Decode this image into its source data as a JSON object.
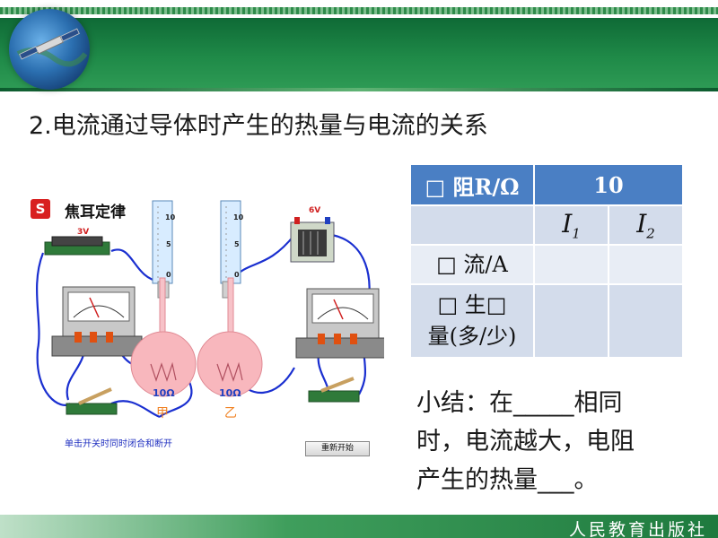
{
  "title": "2.电流通过导体时产生的热量与电流的关系",
  "simulation": {
    "title": "焦耳定律",
    "logo": "S",
    "battery_left_voltage": "3V",
    "battery_right_voltage": "6V",
    "flask_left_resistance": "10Ω",
    "flask_right_resistance": "10Ω",
    "flask_left_name": "甲",
    "flask_right_name": "乙",
    "scale_ticks": [
      "10",
      "5",
      "0"
    ],
    "hint": "单击开关时同时闭合和断开",
    "restart_button": "重新开始"
  },
  "table": {
    "header_label": "□ 阻R/Ω",
    "header_value": "10",
    "current_1": "I",
    "current_1_sub": "1",
    "current_2": "I",
    "current_2_sub": "2",
    "row_current_label": "□ 流/A",
    "row_heat_label_1": "□ 生□",
    "row_heat_label_2": "量(多/少)"
  },
  "summary": {
    "line1": "小结：在_____相同",
    "line2": "时，电流越大，电阻",
    "line3": "产生的热量___。"
  },
  "footer": {
    "publisher": "人民教育出版社"
  },
  "colors": {
    "header_green": "#1f8a48",
    "table_header": "#4a7fc4",
    "table_row_dark": "#d3dceb",
    "table_row_light": "#e8edf5"
  }
}
